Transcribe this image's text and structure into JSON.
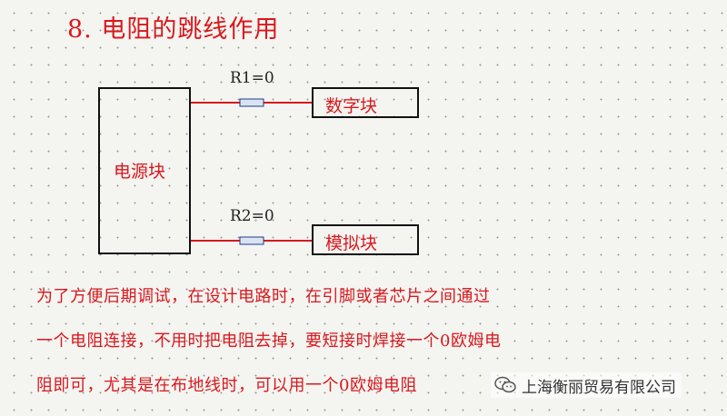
{
  "title": "8. 电阻的跳线作用",
  "blocks": {
    "power": "电源块",
    "digital": "数字块",
    "analog": "模拟块"
  },
  "resistors": {
    "r1": "R1=0",
    "r2": "R2=0"
  },
  "description": [
    "为了方便后期调试，在设计电路时，在引脚或者芯片之间通过",
    "一个电阻连接，不用时把电阻去掉，要短接时焊接一个0欧姆电",
    "阻即可，尤其是在布地线时，可以用一个0欧姆电阻"
  ],
  "watermark": {
    "icon": "wechat-icon",
    "text": "上海衡丽贸易有限公司"
  },
  "colors": {
    "accent": "#d8191d",
    "wire": "#d8191d",
    "resistor_fill": "#d9e4f2",
    "resistor_stroke": "#1f3a8a",
    "outline": "#111111"
  }
}
